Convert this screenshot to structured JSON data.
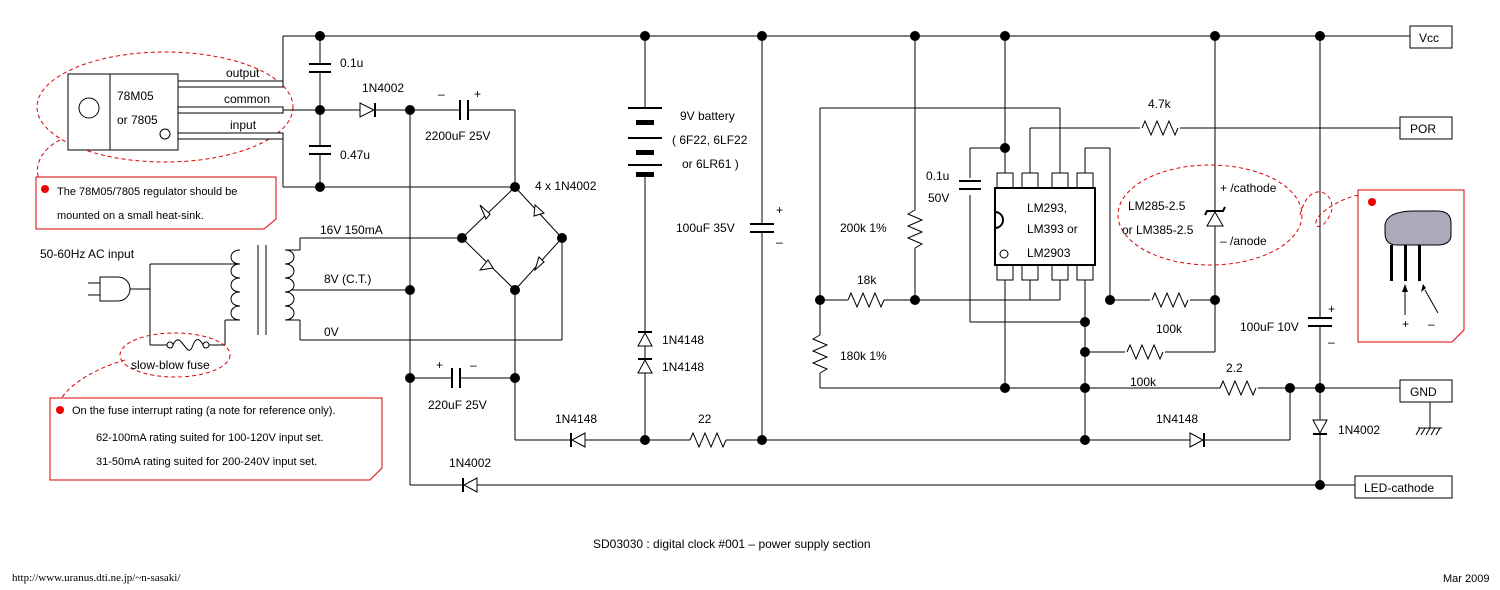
{
  "terminals": {
    "vcc": "Vcc",
    "por": "POR",
    "gnd": "GND",
    "led": "LED-cathode"
  },
  "regulator": {
    "name1": "78M05",
    "name2": "or 7805",
    "pin_output": "output",
    "pin_common": "common",
    "pin_input": "input",
    "note": "The 78M05/7805 regulator should be",
    "note2": "mounted on a small heat-sink."
  },
  "components": {
    "c_01u": "0.1u",
    "c_047u": "0.47u",
    "d_1n4002_a": "1N4002",
    "c_2200": "2200uF 25V",
    "bridge": "4 x 1N4002",
    "ac_input": "50-60Hz AC input",
    "tr_16v": "16V 150mA",
    "tr_8v": "8V (C.T.)",
    "tr_0v": "0V",
    "fuse": "slow-blow fuse",
    "c_220": "220uF 25V",
    "d_1n4002_b": "1N4002",
    "d_1n4148_a": "1N4148",
    "r_22": "22",
    "battery1": "9V battery",
    "battery2": "( 6F22, 6LF22",
    "battery3": "or 6LR61 )",
    "d_1n4148_b": "1N4148",
    "d_1n4148_c": "1N4148",
    "c_100_35": "100uF 35V",
    "c_01u_50v_1": "0.1u",
    "c_01u_50v_2": "50V",
    "r_200k": "200k 1%",
    "r_18k": "18k",
    "r_180k": "180k 1%",
    "ic1": "LM293,",
    "ic2": "LM393 or",
    "ic3": "LM2903",
    "r_47k": "4.7k",
    "r_100k_a": "100k",
    "r_100k_b": "100k",
    "ref1": "LM285-2.5",
    "ref2": "or LM385-2.5",
    "ref_cathode": "+ /cathode",
    "ref_anode": "– /anode",
    "r_22b": "2.2",
    "d_1n4148_d": "1N4148",
    "c_100_10": "100uF 10V",
    "d_1n4002_c": "1N4002",
    "plus": "+",
    "minus": "–"
  },
  "fuse_note": {
    "line1": "On the fuse interrupt rating (a note for reference only).",
    "line2": "62-100mA rating suited for 100-120V input set.",
    "line3": "31-50mA rating suited for 200-240V input set."
  },
  "caption": "SD03030 : digital clock #001 – power supply section",
  "url": "http://www.uranus.dti.ne.jp/~n-sasaki/",
  "date": "Mar 2009"
}
